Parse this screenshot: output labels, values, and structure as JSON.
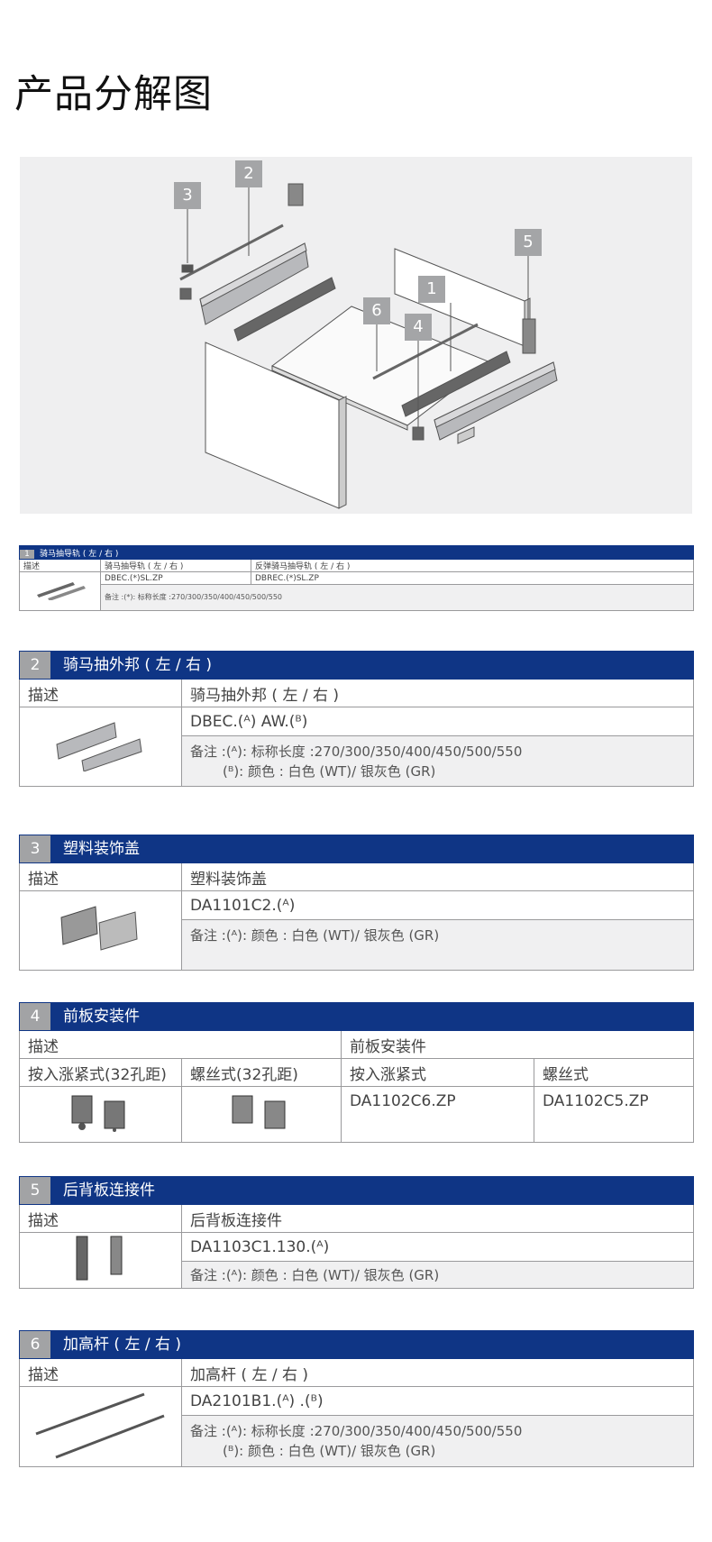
{
  "page_title": "产品分解图",
  "diagram": {
    "callouts": [
      "1",
      "2",
      "3",
      "4",
      "5",
      "6"
    ]
  },
  "tables": {
    "t1": {
      "num": "1",
      "title": "骑马抽导轨 ( 左 / 右 )",
      "desc_label": "描述",
      "col1_name": "骑马抽导轨 ( 左 / 右 )",
      "col2_name": "反弹骑马抽导轨 ( 左 / 右 )",
      "col1_code": "DBEC.(*)SL.ZP",
      "col2_code": "DBREC.(*)SL.ZP",
      "note": "备注 :(*): 标称长度 :270/300/350/400/450/500/550"
    },
    "t2": {
      "num": "2",
      "title": "骑马抽外邦 ( 左 / 右 )",
      "desc_label": "描述",
      "name": "骑马抽外邦 ( 左 / 右 )",
      "code": "DBEC.(ᴬ) AW.(ᴮ)",
      "note1": "备注 :(ᴬ): 标称长度 :270/300/350/400/450/500/550",
      "note2": "(ᴮ): 颜色 : 白色 (WT)/ 银灰色 (GR)"
    },
    "t3": {
      "num": "3",
      "title": "塑料装饰盖",
      "desc_label": "描述",
      "name": "塑料装饰盖",
      "code": "DA1101C2.(ᴬ)",
      "note1": "备注 :(ᴬ): 颜色 : 白色 (WT)/ 银灰色 (GR)"
    },
    "t4": {
      "num": "4",
      "title": "前板安装件",
      "desc_label": "描述",
      "name": "前板安装件",
      "sub1": "按入涨紧式(32孔距)",
      "sub2": "螺丝式(32孔距)",
      "sub3": "按入涨紧式",
      "sub4": "螺丝式",
      "code1": "DA1102C6.ZP",
      "code2": "DA1102C5.ZP"
    },
    "t5": {
      "num": "5",
      "title": "后背板连接件",
      "desc_label": "描述",
      "name": "后背板连接件",
      "code": "DA1103C1.130.(ᴬ)",
      "note1": "备注 :(ᴬ): 颜色 : 白色 (WT)/ 银灰色 (GR)"
    },
    "t6": {
      "num": "6",
      "title": "加高杆 ( 左 / 右 )",
      "desc_label": "描述",
      "name": "加高杆 ( 左 / 右 )",
      "code": "DA2101B1.(ᴬ) .(ᴮ)",
      "note1": "备注 :(ᴬ): 标称长度 :270/300/350/400/450/500/550",
      "note2": "(ᴮ): 颜色 : 白色 (WT)/ 银灰色 (GR)"
    }
  }
}
